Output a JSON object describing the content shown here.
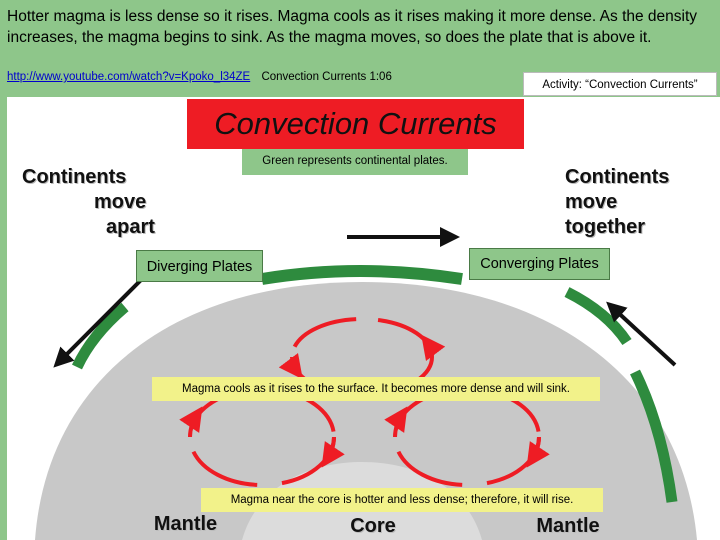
{
  "intro_text": "Hotter magma is less dense so it rises.  Magma cools as it rises making it more dense.  As the density increases, the magma begins to sink.  As the magma moves, so does the plate that is above it.",
  "video": {
    "url_text": "http://www.youtube.com/watch?v=Kpoko_l34ZE",
    "caption": "Convection Currents 1:06"
  },
  "activity_label": "Activity:  “Convection Currents”",
  "diagram": {
    "title": "Convection Currents",
    "green_note": "Green represents continental plates.",
    "left_heading": [
      "Continents",
      "move",
      "apart"
    ],
    "right_heading": [
      "Continents",
      "move",
      "together"
    ],
    "diverging_label": "Diverging Plates",
    "converging_label": "Converging Plates",
    "note_surface": "Magma cools as it rises to the surface.  It becomes more dense and will sink.",
    "note_core": "Magma near the core is hotter and less dense; therefore, it will rise.",
    "mantle_left": "Mantle",
    "core": "Core",
    "mantle_right": "Mantle"
  },
  "colors": {
    "background_green": "#8ec68a",
    "plate_green": "#2e8b3e",
    "title_red": "#ee1c24",
    "current_red": "#ee1c24",
    "mantle_gray": "#c8c8c8",
    "note_yellow": "#f2f28a"
  }
}
